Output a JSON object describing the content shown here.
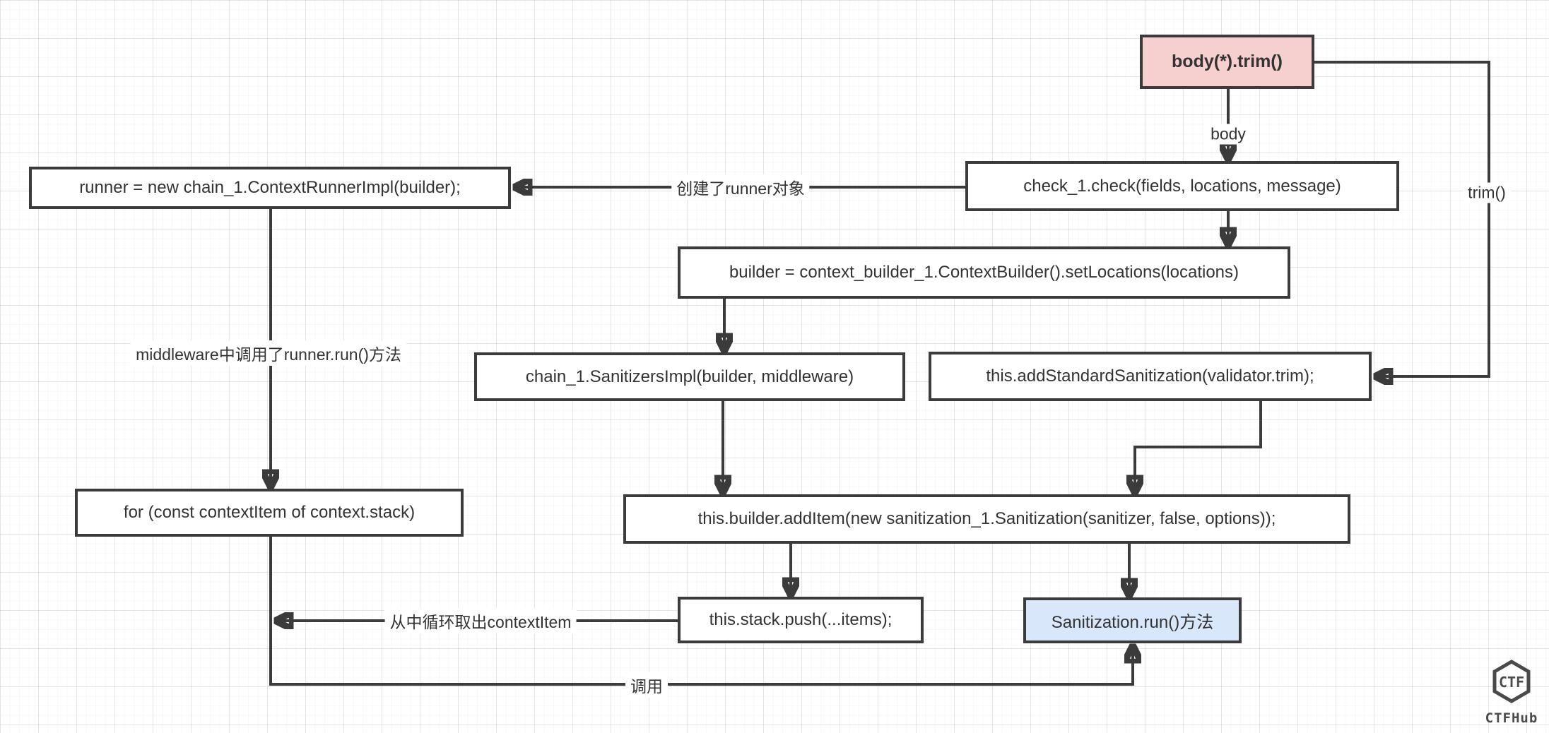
{
  "diagram": {
    "nodes": {
      "body_trim": {
        "label": "body(*).trim()"
      },
      "check": {
        "label": "check_1.check(fields, locations, message)"
      },
      "runner": {
        "label": "runner = new chain_1.ContextRunnerImpl(builder);"
      },
      "builder": {
        "label": "builder = context_builder_1.ContextBuilder().setLocations(locations)"
      },
      "sanitizers_impl": {
        "label": "chain_1.SanitizersImpl(builder, middleware)"
      },
      "add_standard": {
        "label": "this.addStandardSanitization(validator.trim);"
      },
      "for_loop": {
        "label": "for (const contextItem of context.stack)"
      },
      "add_item": {
        "label": "this.builder.addItem(new sanitization_1.Sanitization(sanitizer, false, options));"
      },
      "stack_push": {
        "label": "this.stack.push(...items);"
      },
      "sanitization_run": {
        "label": "Sanitization.run()方法"
      }
    },
    "edge_labels": {
      "body": "body",
      "trim": "trim()",
      "created_runner": "创建了runner对象",
      "middleware_run": "middleware中调用了runner.run()方法",
      "loop_out": "从中循环取出contextItem",
      "invoke": "调用"
    },
    "colors": {
      "line": "#3b3b3b",
      "node_border": "#3b3b3b",
      "node_fill": "#ffffff",
      "pink_fill": "#f6cfcf",
      "blue_fill": "#d9e7fb",
      "text": "#333333"
    },
    "watermark": {
      "monogram": "CTF",
      "text": "CTFHub"
    }
  }
}
